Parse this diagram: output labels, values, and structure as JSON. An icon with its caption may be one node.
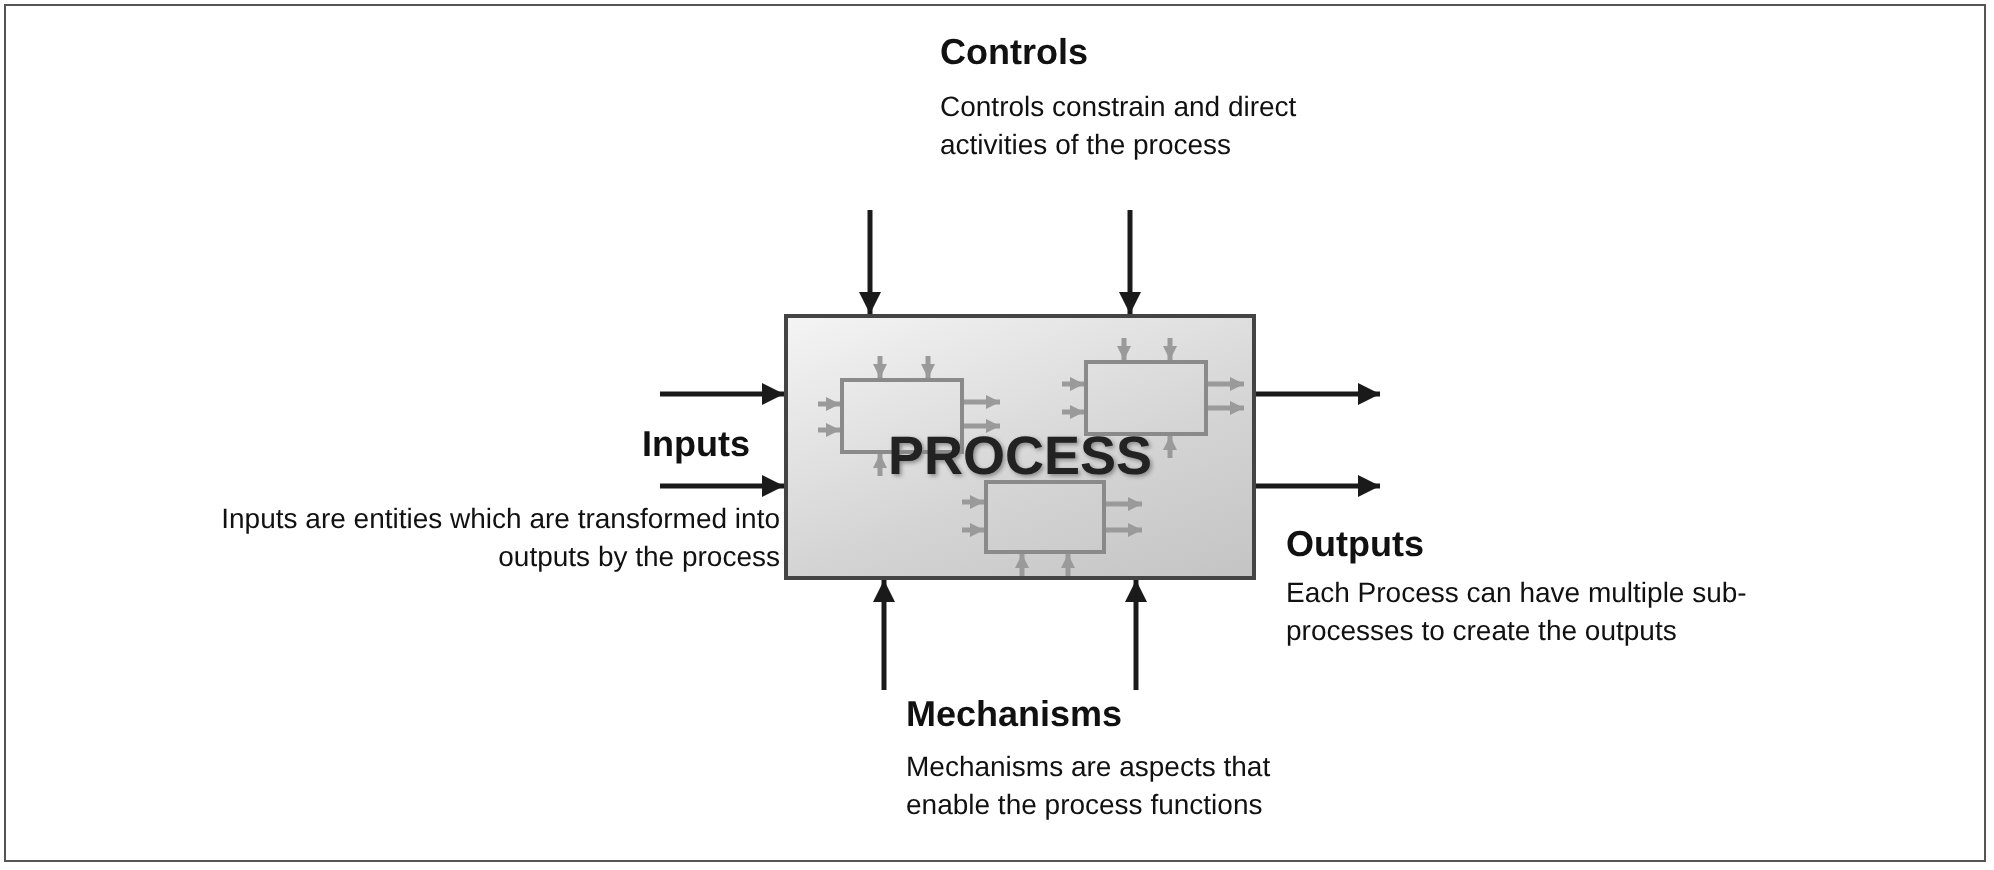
{
  "diagram": {
    "nodes": [
      {
        "text": [
          "PROCESS"
        ]
      },
      {
        "text": [],
        "shape": "box",
        "in": 0
      },
      {
        "text": [],
        "shape": "box",
        "in": 0
      },
      {
        "text": [],
        "shape": "box",
        "in": 0
      }
    ],
    "edges": [
      {
        "from": null,
        "to": 0,
        "arrow": "to",
        "color": "#1a1a1a"
      },
      {
        "from": null,
        "to": 0,
        "arrow": "to",
        "color": "#1a1a1a"
      },
      {
        "from": null,
        "to": 0,
        "arrow": "to",
        "color": "#1a1a1a"
      },
      {
        "from": null,
        "to": 0,
        "arrow": "to",
        "color": "#1a1a1a"
      },
      {
        "from": 0,
        "to": null,
        "arrow": "to",
        "color": "#1a1a1a"
      },
      {
        "from": 0,
        "to": null,
        "arrow": "to",
        "color": "#1a1a1a"
      },
      {
        "from": null,
        "to": 0,
        "arrow": "to",
        "color": "#1a1a1a"
      },
      {
        "from": null,
        "to": 0,
        "arrow": "to",
        "color": "#1a1a1a"
      },
      {
        "from": null,
        "to": 1,
        "arrow": "to"
      },
      {
        "from": null,
        "to": 1,
        "arrow": "to"
      },
      {
        "from": null,
        "to": 1,
        "arrow": "to"
      },
      {
        "from": null,
        "to": 1,
        "arrow": "to"
      },
      {
        "from": 1,
        "to": null,
        "arrow": "to"
      },
      {
        "from": 1,
        "to": null,
        "arrow": "to"
      },
      {
        "from": null,
        "to": 1,
        "arrow": "to"
      },
      {
        "from": null,
        "to": 2,
        "arrow": "to"
      },
      {
        "from": null,
        "to": 2,
        "arrow": "to"
      },
      {
        "from": null,
        "to": 2,
        "arrow": "to"
      },
      {
        "from": null,
        "to": 2,
        "arrow": "to"
      },
      {
        "from": 2,
        "to": null,
        "arrow": "to"
      },
      {
        "from": 2,
        "to": null,
        "arrow": "to"
      },
      {
        "from": null,
        "to": 2,
        "arrow": "to"
      },
      {
        "from": null,
        "to": 3,
        "arrow": "to"
      },
      {
        "from": null,
        "to": 3,
        "arrow": "to"
      },
      {
        "from": 3,
        "to": null,
        "arrow": "to"
      },
      {
        "from": 3,
        "to": null,
        "arrow": "to"
      },
      {
        "from": null,
        "to": 3,
        "arrow": "to"
      },
      {
        "from": null,
        "to": 3,
        "arrow": "to"
      }
    ],
    "labels": [
      "Controls",
      "Controls constrain and direct activities of the process",
      "Inputs",
      "Inputs are entities which are transformed into outputs by the process",
      "Outputs",
      "Each Process can have multiple sub-processes to create the outputs",
      "Mechanisms",
      "Mechanisms are aspects that enable the process functions"
    ]
  }
}
